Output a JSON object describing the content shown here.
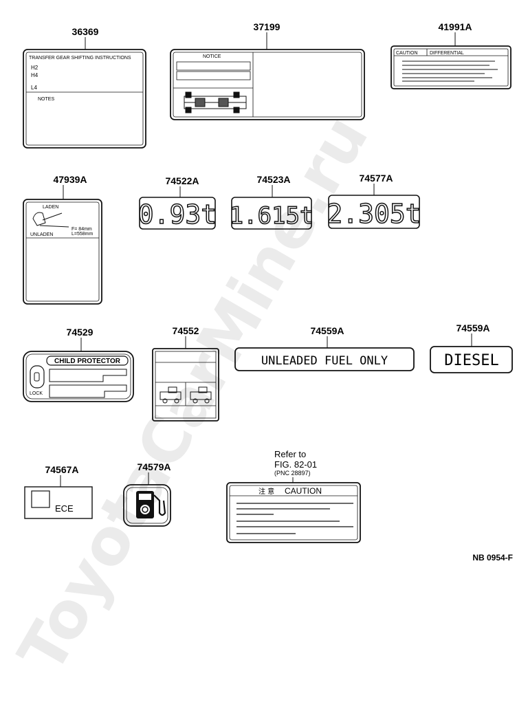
{
  "watermark": "ToyotaCarMine.ru",
  "figure_code": "NB 0954-F",
  "parts": {
    "p36369": {
      "number": "36369",
      "title": "TRANSFER GEAR SHIFTING INSTRUCTIONS",
      "lines": [
        "H2",
        "H4",
        "L4"
      ],
      "notes": "NOTES"
    },
    "p37199": {
      "number": "37199",
      "notice": "NOTICE"
    },
    "p41991A": {
      "number": "41991A",
      "caution": "CAUTION",
      "differential": "DIFFERENTIAL"
    },
    "p47939A": {
      "number": "47939A",
      "laden": "LADEN",
      "unladen": "UNLADEN",
      "f_value": "F= 84mm",
      "l_value": "L=558mm"
    },
    "p74522A": {
      "number": "74522A",
      "text": "0.93t"
    },
    "p74523A": {
      "number": "74523A",
      "text": "1.615t"
    },
    "p74577A": {
      "number": "74577A",
      "text": "2.305t"
    },
    "p74529": {
      "number": "74529",
      "title": "CHILD PROTECTOR",
      "lock": "LOCK"
    },
    "p74552": {
      "number": "74552"
    },
    "p74559A_1": {
      "number": "74559A",
      "text": "UNLEADED FUEL ONLY"
    },
    "p74559A_2": {
      "number": "74559A",
      "text": "DIESEL"
    },
    "p74567A": {
      "number": "74567A",
      "text": "ECE"
    },
    "p74579A": {
      "number": "74579A"
    },
    "caution_label": {
      "refer_line1": "Refer to",
      "refer_line2": "FIG. 82-01",
      "refer_line3": "(PNC 28897)",
      "kanji": "注 意",
      "caution": "CAUTION"
    }
  },
  "colors": {
    "ink": "#111111",
    "watermark": "#ebebeb",
    "paper": "#ffffff"
  }
}
